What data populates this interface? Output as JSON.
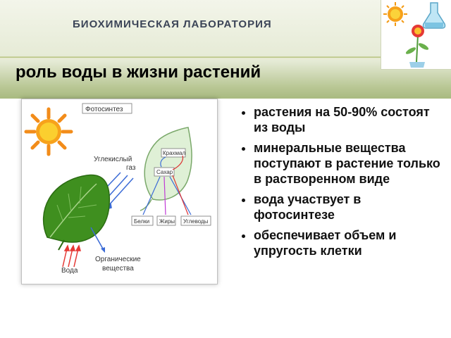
{
  "header": {
    "title": "БИОХИМИЧЕСКАЯ  ЛАБОРАТОРИЯ"
  },
  "slide": {
    "subtitle": "роль воды в жизни растений"
  },
  "figure": {
    "title": "Фотосинтез",
    "co2_label_1": "Углекислый",
    "co2_label_2": "газ",
    "water_label": "Вода",
    "organic_label_1": "Органические",
    "organic_label_2": "вещества",
    "starch_label": "Крахмал",
    "sugar_label": "Сахар",
    "proteins_label": "Белки",
    "fats_label": "Жиры",
    "carbs_label": "Углеводы"
  },
  "bullets": [
    "растения на 50-90% состоят из воды",
    "минеральные вещества поступают в растение только в растворенном виде",
    "вода  участвует в фотосинтезе",
    "обеспечивает объем и упругость клетки"
  ],
  "colors": {
    "accent_green": "#a9ba80",
    "title_color": "#3b4457"
  },
  "icons": [
    "sun-icon",
    "flower-flask-logo-icon",
    "leaf-icon"
  ]
}
